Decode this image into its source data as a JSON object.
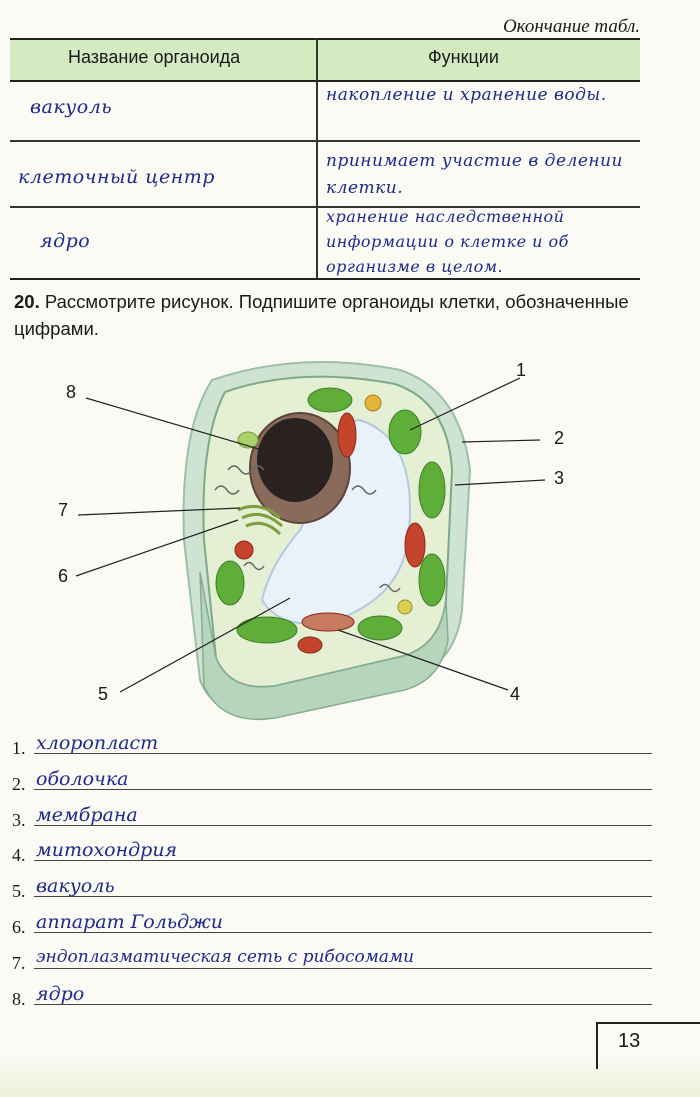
{
  "header": {
    "continuation": "Окончание табл."
  },
  "table": {
    "headers": [
      "Название органоида",
      "Функции"
    ],
    "rows": [
      {
        "name": "вакуоль",
        "function": "накопление и хранение воды."
      },
      {
        "name": "клеточный центр",
        "function": "принимает участие в делении клетки."
      },
      {
        "name": "ядро",
        "function": "хранение наследственной информации о клетке и об организме в целом."
      }
    ]
  },
  "task": {
    "number": "20.",
    "text": "Рассмотрите рисунок. Подпишите органоиды клетки, обозначенные цифрами."
  },
  "figure": {
    "callouts": [
      "1",
      "2",
      "3",
      "4",
      "5",
      "6",
      "7",
      "8"
    ]
  },
  "answers": [
    {
      "num": "1.",
      "text": "хлоропласт"
    },
    {
      "num": "2.",
      "text": "оболочка"
    },
    {
      "num": "3.",
      "text": "мембрана"
    },
    {
      "num": "4.",
      "text": "митохондрия"
    },
    {
      "num": "5.",
      "text": "вакуоль"
    },
    {
      "num": "6.",
      "text": "аппарат Гольджи"
    },
    {
      "num": "7.",
      "text": "эндоплазматическая сеть с рибосомами"
    },
    {
      "num": "8.",
      "text": "ядро"
    }
  ],
  "page_number": "13",
  "colors": {
    "handwriting": "#1d2a8c",
    "table_header": "#d4ebc1",
    "chloroplast": "#5fae3a",
    "mitochondrion": "#c4442c",
    "nucleus": "#2a2220"
  }
}
